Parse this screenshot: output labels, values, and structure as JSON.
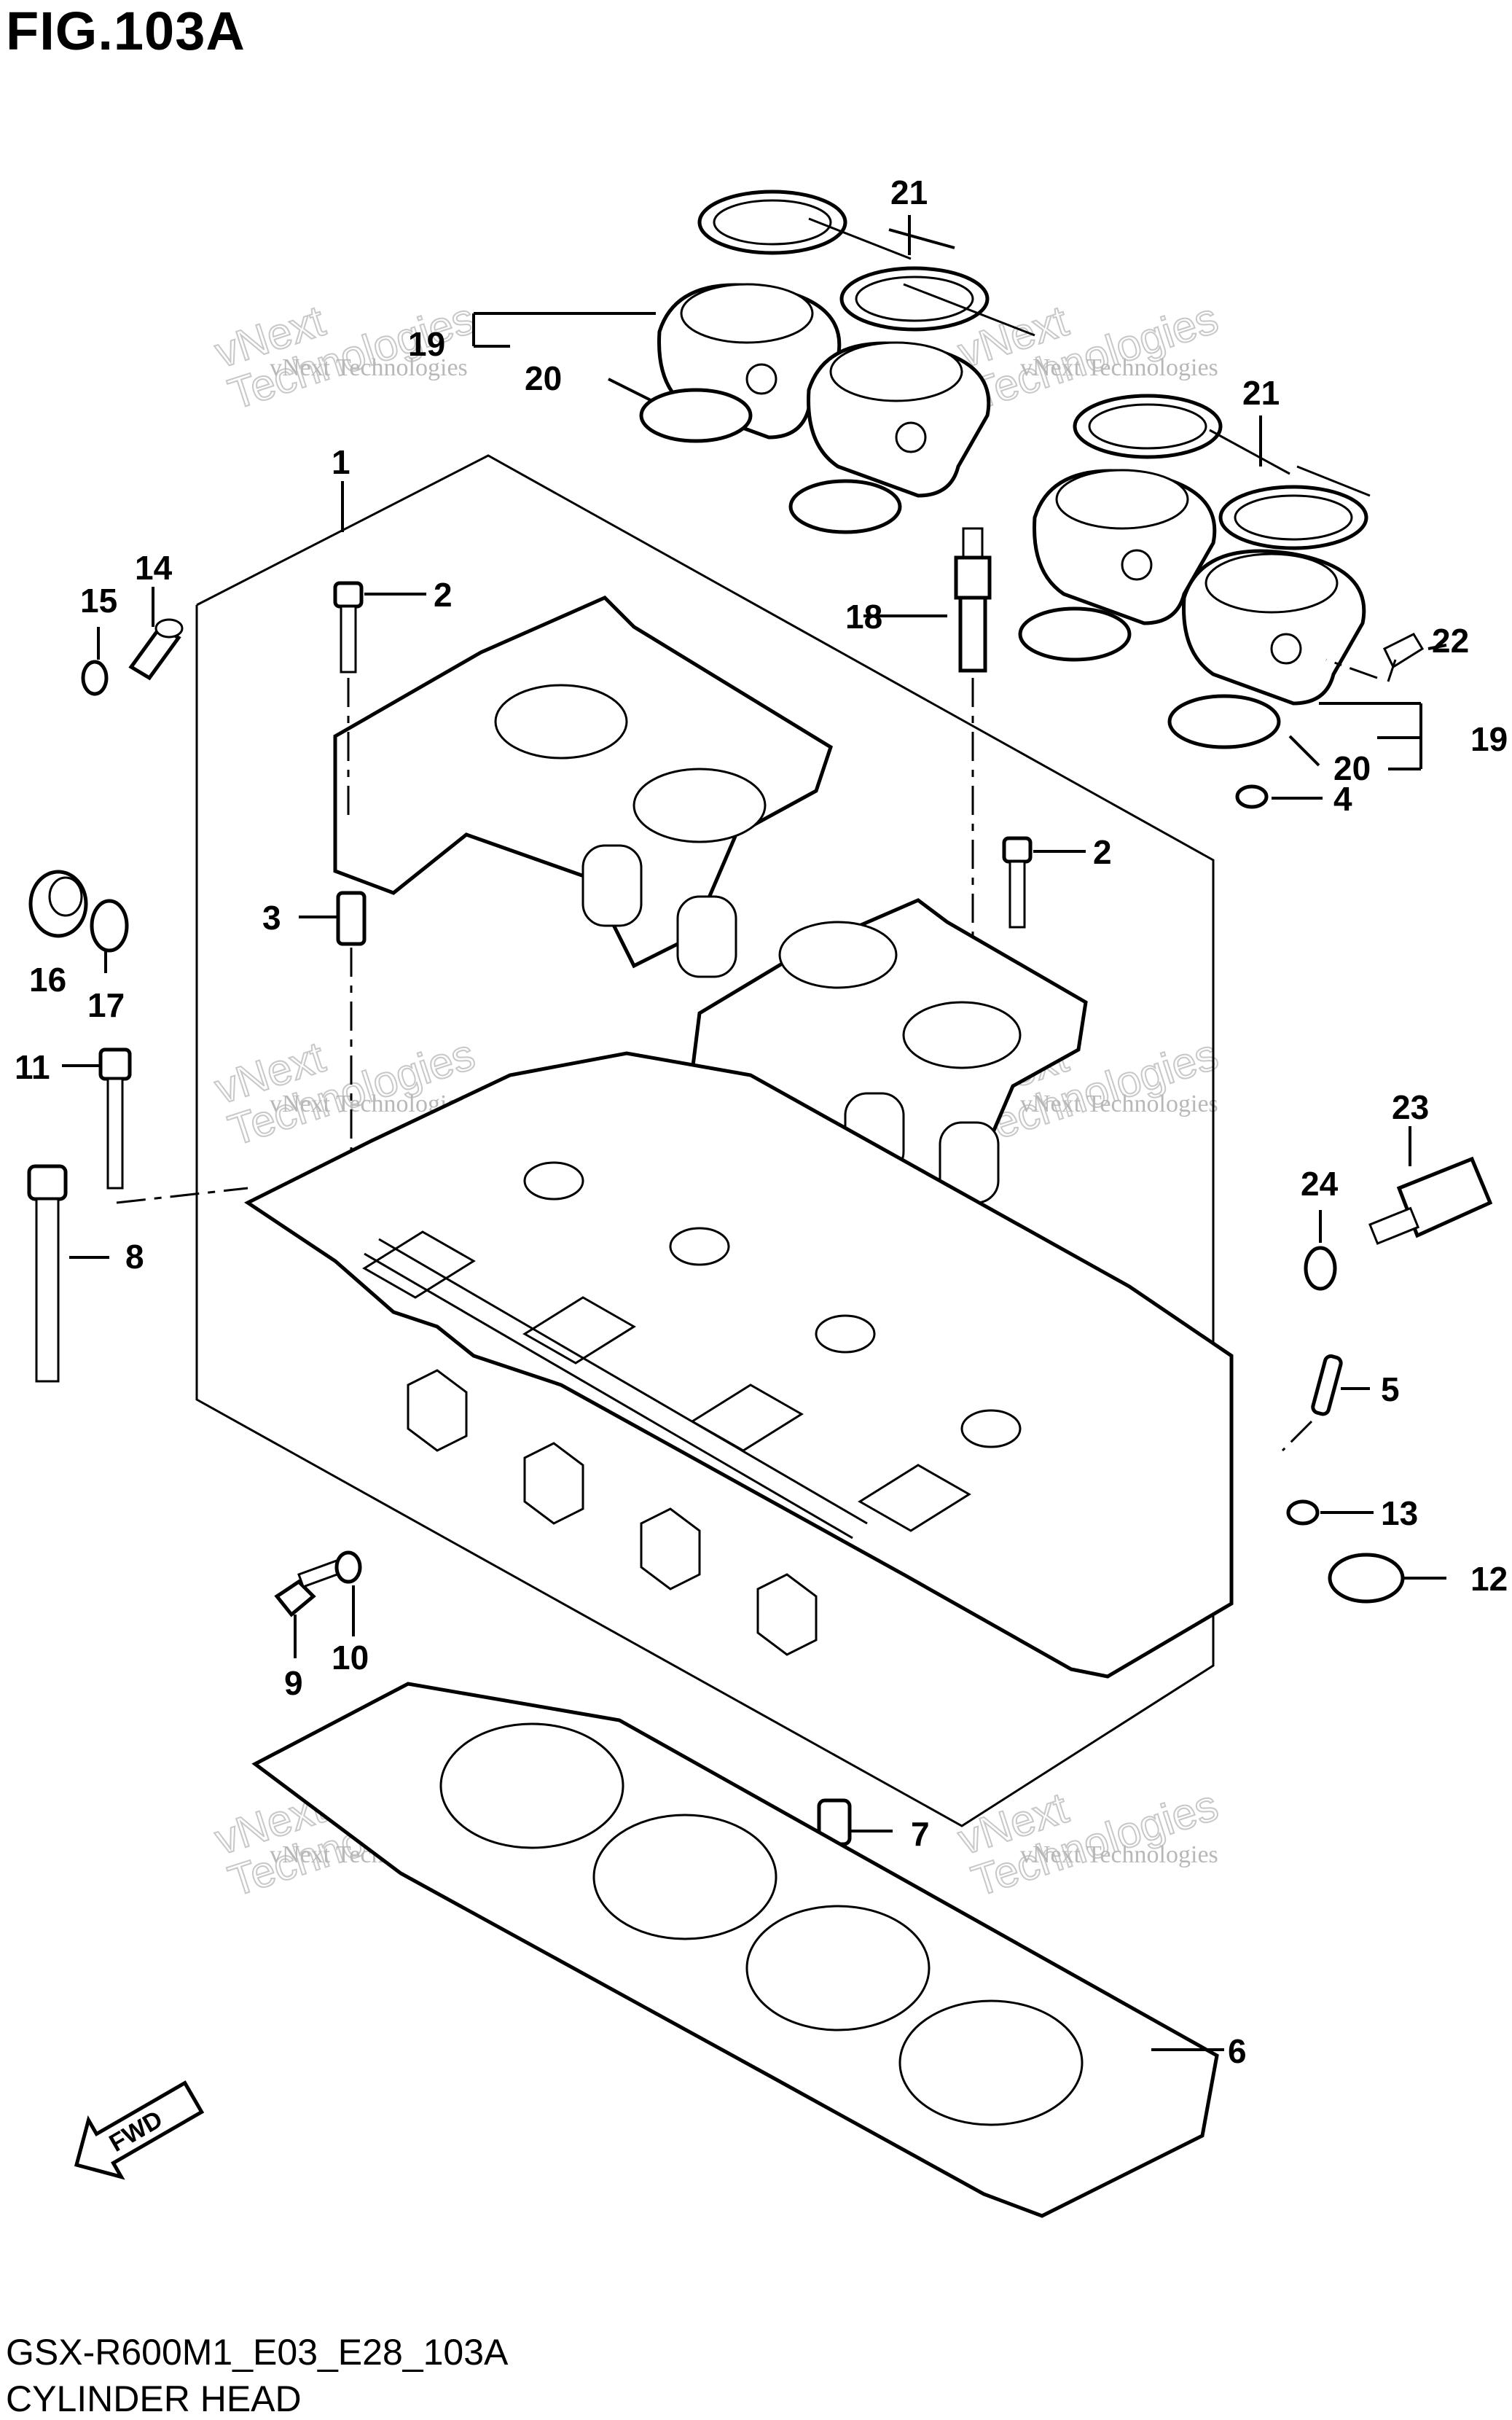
{
  "title": "FIG.103A",
  "footer": {
    "code": "GSX-R600M1_E03_E28_103A",
    "name": "CYLINDER HEAD"
  },
  "watermark": {
    "line1": "vNext Technologies",
    "line2_top": "vNext",
    "line2_bottom": "Technologies"
  },
  "fwd_label": "FWD",
  "callouts": {
    "c1": "1",
    "c2a": "2",
    "c2b": "2",
    "c3": "3",
    "c4": "4",
    "c5": "5",
    "c6": "6",
    "c7": "7",
    "c8": "8",
    "c9": "9",
    "c10": "10",
    "c11": "11",
    "c12": "12",
    "c13": "13",
    "c14": "14",
    "c15": "15",
    "c16": "16",
    "c17": "17",
    "c18": "18",
    "c19a": "19",
    "c19b": "19",
    "c20a": "20",
    "c20b": "20",
    "c21a": "21",
    "c21b": "21",
    "c22": "22",
    "c23": "23",
    "c24": "24"
  }
}
